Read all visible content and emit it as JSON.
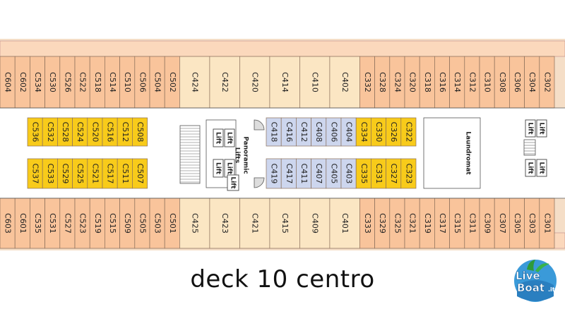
{
  "title": "deck 10 centro",
  "logo": {
    "line1": "Live",
    "line2": "Boat",
    "suffix": ".it"
  },
  "labels": {
    "panoramic": [
      "Panoramic",
      "Lifts"
    ],
    "lift": "Lift",
    "laundromat": "Laundromat"
  },
  "colors": {
    "orange_cabin": "#f9c49b",
    "beige_cabin": "#fbe6c3",
    "yellow_cabin": "#f8cb1a",
    "blue_cabin": "#cdd6ee",
    "hull": "#f5dec7",
    "corridor": "#ffffff"
  },
  "cabins": {
    "top_row": [
      "C604",
      "C602",
      "C534",
      "C530",
      "C526",
      "C522",
      "C518",
      "C514",
      "C510",
      "C506",
      "C504",
      "C502",
      "C424",
      "C422",
      "C420",
      "C414",
      "C410",
      "C402",
      "C332",
      "C328",
      "C324",
      "C320",
      "C318",
      "C316",
      "C314",
      "C312",
      "C310",
      "C308",
      "C306",
      "C304",
      "C302"
    ],
    "bottom_row": [
      "C603",
      "C601",
      "C535",
      "C531",
      "C527",
      "C523",
      "C519",
      "C515",
      "C509",
      "C505",
      "C503",
      "C501",
      "C425",
      "C423",
      "C421",
      "C415",
      "C409",
      "C401",
      "C333",
      "C329",
      "C325",
      "C321",
      "C319",
      "C317",
      "C315",
      "C311",
      "C309",
      "C307",
      "C305",
      "C303",
      "C301"
    ],
    "inner_top_left": [
      "C536",
      "C532",
      "C528",
      "C524",
      "C520",
      "C516",
      "C512",
      "C508"
    ],
    "inner_bottom_left": [
      "C537",
      "C533",
      "C529",
      "C525",
      "C521",
      "C517",
      "C511",
      "C507"
    ],
    "inner_top_mid": [
      "C418",
      "C416",
      "C412",
      "C408",
      "C406",
      "C404",
      "C334",
      "C330",
      "C326",
      "C322"
    ],
    "inner_bottom_mid": [
      "C419",
      "C417",
      "C411",
      "C407",
      "C405",
      "C403",
      "C335",
      "C331",
      "C327",
      "C323"
    ]
  }
}
